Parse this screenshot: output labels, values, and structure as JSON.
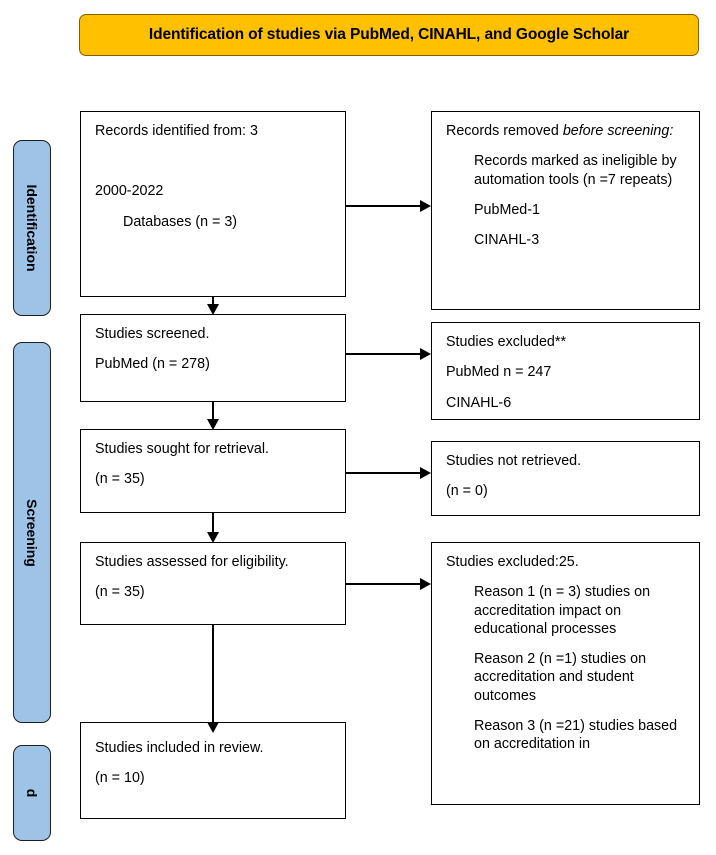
{
  "colors": {
    "banner_bg": "#FFC000",
    "phase_bg": "#9DC3E6",
    "line": "#000000",
    "text": "#000000"
  },
  "banner": {
    "title": "Identification of studies via PubMed, CINAHL, and Google Scholar"
  },
  "phases": [
    {
      "id": "identification",
      "label": "Identification"
    },
    {
      "id": "screening",
      "label": "Screening"
    },
    {
      "id": "included",
      "label": "d"
    }
  ],
  "boxes": {
    "identified": {
      "line1": "Records identified from: 3",
      "line2": "2000-2022",
      "line3": "Databases (n = 3)"
    },
    "removed": {
      "heading_plain": "Records removed ",
      "heading_italic": "before screening",
      "heading_colon": ":",
      "item1": "Records marked as ineligible by automation tools (n =7 repeats)",
      "item2": "PubMed-1",
      "item3": "CINAHL-3"
    },
    "screened": {
      "line1": "Studies screened.",
      "line2": "PubMed (n = 278)"
    },
    "excluded_screening": {
      "line1": "Studies excluded**",
      "line2": "PubMed n = 247",
      "line3": "CINAHL-6"
    },
    "sought": {
      "line1": "Studies sought for retrieval.",
      "line2": "(n = 35)"
    },
    "not_retrieved": {
      "line1": "Studies not retrieved.",
      "line2": "(n = 0)"
    },
    "assessed": {
      "line1": "Studies assessed for eligibility.",
      "line2": "(n = 35)"
    },
    "excluded_eligibility": {
      "heading": "Studies excluded:25.",
      "reason1": "Reason 1 (n = 3) studies on accreditation impact on educational processes",
      "reason2": "Reason 2 (n =1) studies on accreditation and student outcomes",
      "reason3": "Reason 3 (n =21) studies based on accreditation in"
    },
    "included": {
      "line1": "Studies included in review.",
      "line2": "(n = 10)"
    }
  },
  "chart_data": {
    "type": "flowchart",
    "title": "Identification of studies via PubMed, CINAHL, and Google Scholar",
    "phases": [
      "Identification",
      "Screening",
      "Included"
    ],
    "nodes": [
      {
        "id": "identified",
        "phase": "Identification",
        "column": "left",
        "records": 3,
        "databases": 3,
        "year_range": "2000-2022"
      },
      {
        "id": "removed",
        "phase": "Identification",
        "column": "right",
        "automation_ineligible": 7,
        "pubmed": 1,
        "cinahl": 3
      },
      {
        "id": "screened",
        "phase": "Screening",
        "column": "left",
        "pubmed": 278
      },
      {
        "id": "excluded_screening",
        "phase": "Screening",
        "column": "right",
        "pubmed": 247,
        "cinahl": 6
      },
      {
        "id": "sought",
        "phase": "Screening",
        "column": "left",
        "n": 35
      },
      {
        "id": "not_retrieved",
        "phase": "Screening",
        "column": "right",
        "n": 0
      },
      {
        "id": "assessed",
        "phase": "Screening",
        "column": "left",
        "n": 35
      },
      {
        "id": "excluded_eligibility",
        "phase": "Screening",
        "column": "right",
        "n": 25,
        "reason1_n": 3,
        "reason2_n": 1,
        "reason3_n": 21
      },
      {
        "id": "included",
        "phase": "Included",
        "column": "left",
        "n": 10
      }
    ],
    "edges": [
      {
        "from": "identified",
        "to": "removed",
        "direction": "right"
      },
      {
        "from": "identified",
        "to": "screened",
        "direction": "down"
      },
      {
        "from": "screened",
        "to": "excluded_screening",
        "direction": "right"
      },
      {
        "from": "screened",
        "to": "sought",
        "direction": "down"
      },
      {
        "from": "sought",
        "to": "not_retrieved",
        "direction": "right"
      },
      {
        "from": "sought",
        "to": "assessed",
        "direction": "down"
      },
      {
        "from": "assessed",
        "to": "excluded_eligibility",
        "direction": "right"
      },
      {
        "from": "assessed",
        "to": "included",
        "direction": "down"
      }
    ]
  }
}
